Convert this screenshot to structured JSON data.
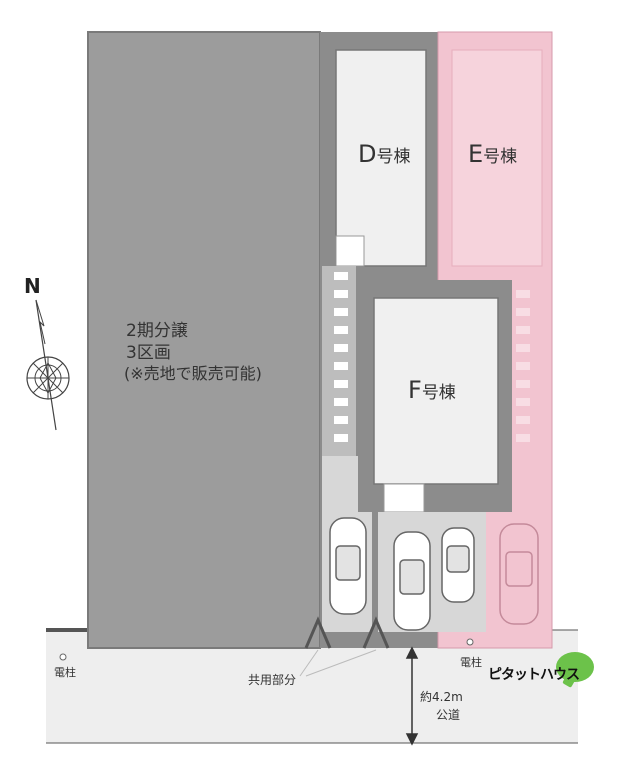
{
  "lots": {
    "phase2": {
      "line1": "2期分譲",
      "line2": "3区画",
      "line3": "(※売地で販売可能)"
    },
    "d": {
      "letter": "D",
      "suffix": "号棟"
    },
    "e": {
      "letter": "E",
      "suffix": "号棟"
    },
    "f": {
      "letter": "F",
      "suffix": "号棟"
    }
  },
  "compass": {
    "north": "N"
  },
  "labels": {
    "pole_left": "電柱",
    "pole_right": "電柱",
    "shared": "共用部分",
    "road_width": "約4.2m",
    "road": "公道"
  },
  "logo": {
    "text": "ピタットハウス"
  },
  "colors": {
    "phase2_fill": "#9c9c9c",
    "e_fill": "#f2c4d0",
    "building_fill": "#f0f0f0",
    "road_fill": "#eeeeee",
    "logo_green": "#6cc24a"
  }
}
